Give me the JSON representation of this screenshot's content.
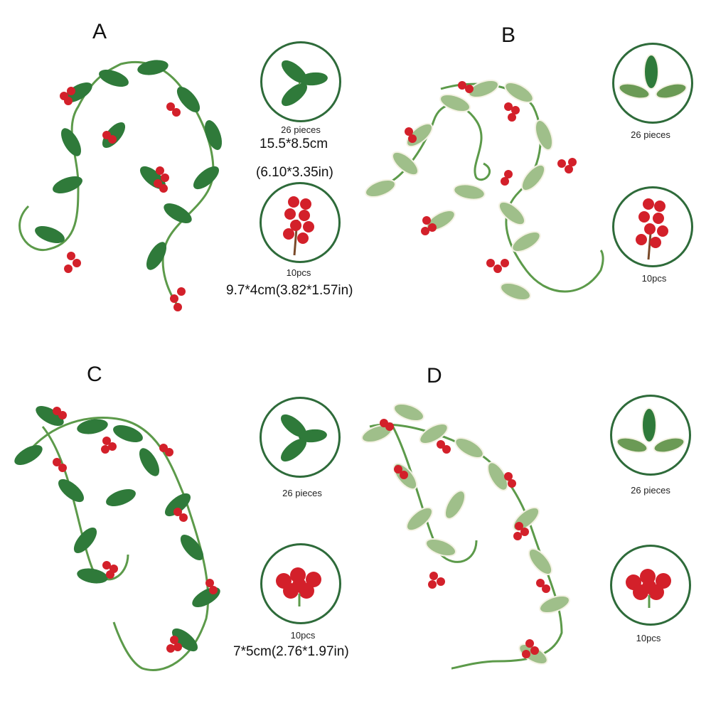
{
  "panels": {
    "a": {
      "letter": "A",
      "leaf_count": "26 pieces",
      "leaf_size": "15.5*8.5cm",
      "leaf_size_in": "(6.10*3.35in)",
      "berry_count": "10pcs",
      "berry_size": "9.7*4cm(3.82*1.57in)",
      "leaf_style": "dark-green-leaf-icon"
    },
    "b": {
      "letter": "B",
      "leaf_count": "26 pieces",
      "berry_count": "10pcs",
      "leaf_style": "variegated-leaf-icon"
    },
    "c": {
      "letter": "C",
      "leaf_count": "26 pieces",
      "berry_count": "10pcs",
      "berry_size": "7*5cm(2.76*1.97in)",
      "leaf_style": "dark-green-leaf-icon"
    },
    "d": {
      "letter": "D",
      "leaf_count": "26 pieces",
      "berry_count": "10pcs",
      "leaf_style": "variegated-leaf-icon"
    }
  },
  "colors": {
    "leaf_dark": "#2f7a3a",
    "leaf_light": "#9fbf8a",
    "leaf_edge": "#f4f2e4",
    "berry": "#d3202a",
    "stem": "#5c9a4a",
    "ring": "#2e6b3a"
  }
}
